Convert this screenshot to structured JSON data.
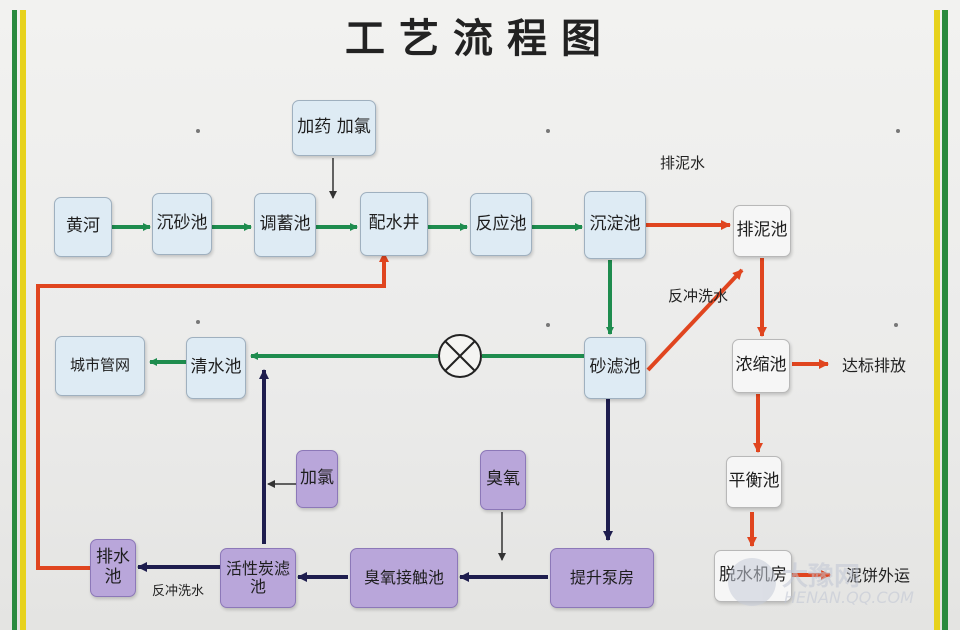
{
  "title": "工艺流程图",
  "colors": {
    "green_flow": "#1e8c4e",
    "red_flow": "#e0451f",
    "navy_flow": "#1e1d4e",
    "node_blue": "#deebf4",
    "node_purple": "#b9a6da"
  },
  "nodes": {
    "huanghe": "黄河",
    "chenshachi": "沉砂池",
    "tiaoxuchi": "调蓄池",
    "peishuijing": "配水井",
    "fanyingchi": "反应池",
    "chendianchi": "沉淀池",
    "painichi": "排泥池",
    "jiayao": "加药 加氯",
    "chengshiguanwang": "城市管网",
    "qingshuichi": "清水池",
    "shalvchi": "砂滤池",
    "nongsuochi": "浓缩池",
    "pinghengchi": "平衡池",
    "jialv": "加氯",
    "chouyang": "臭氧",
    "paishuichi": "排水池",
    "huoxingtan": "活性炭滤池",
    "chouyangjiechu": "臭氧接触池",
    "tishengbengfang": "提升泵房",
    "tuoshuijifang": "脱水机房"
  },
  "labels": {
    "painishui": "排泥水",
    "fanchongxishui_top": "反冲洗水",
    "dabiaopaifang": "达标排放",
    "fanchongxishui_bottom": "反冲洗水",
    "niniwaiyun": "泥饼外运"
  },
  "watermark": {
    "brand": "大豫网",
    "url": "HENAN.QQ.COM"
  }
}
